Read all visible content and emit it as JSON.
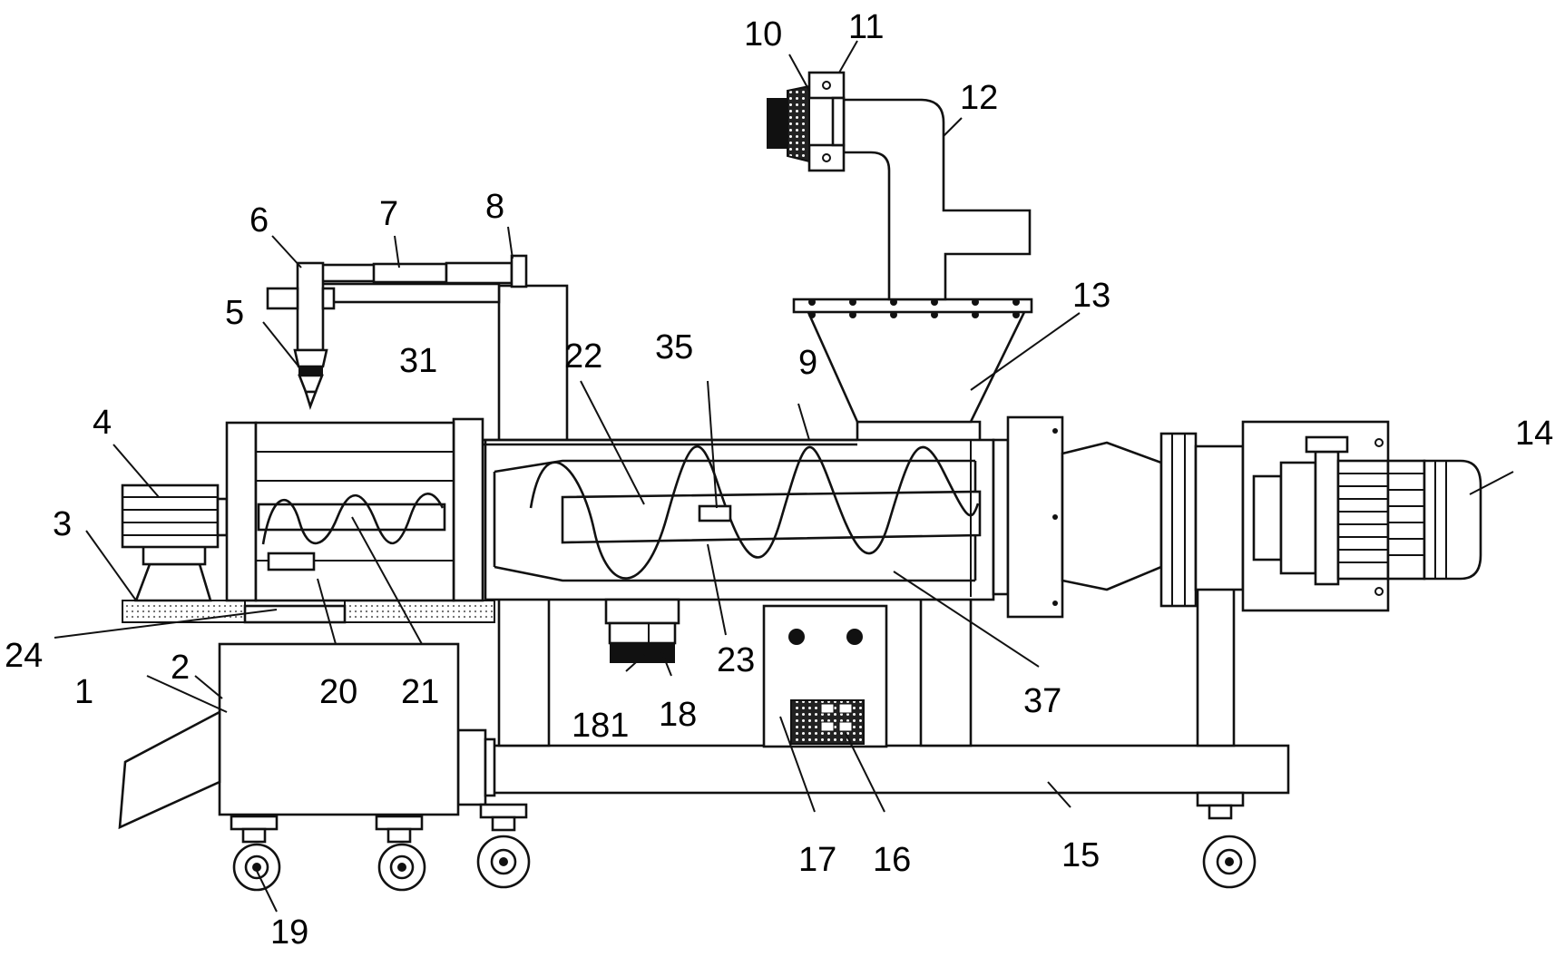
{
  "labels": {
    "l1": "1",
    "l2": "2",
    "l3": "3",
    "l4": "4",
    "l5": "5",
    "l6": "6",
    "l7": "7",
    "l8": "8",
    "l9": "9",
    "l10": "10",
    "l11": "11",
    "l12": "12",
    "l13": "13",
    "l14": "14",
    "l15": "15",
    "l16": "16",
    "l17": "17",
    "l18": "18",
    "l181": "181",
    "l19": "19",
    "l20": "20",
    "l21": "21",
    "l22": "22",
    "l23": "23",
    "l24": "24",
    "l31": "31",
    "l35": "35",
    "l37": "37"
  },
  "colors": {
    "line": "#111111",
    "background": "#ffffff",
    "hatch": "#888888"
  }
}
